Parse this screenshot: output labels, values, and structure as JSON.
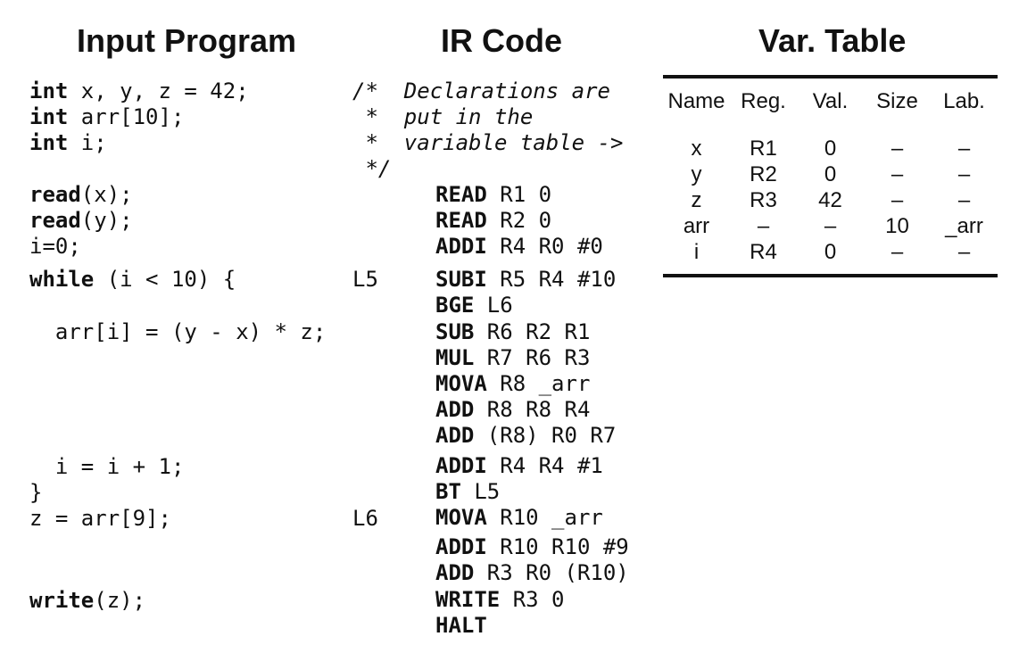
{
  "headings": {
    "input_program": "Input Program",
    "ir_code": "IR Code",
    "var_table": "Var. Table"
  },
  "input_program": [
    {
      "kw": "int",
      "rest": " x, y, z = 42;"
    },
    {
      "kw": "int",
      "rest": " arr[10];"
    },
    {
      "kw": "int",
      "rest": " i;"
    },
    {
      "kw": "",
      "rest": ""
    },
    {
      "kw": "read",
      "rest": "(x);"
    },
    {
      "kw": "read",
      "rest": "(y);"
    },
    {
      "kw": "",
      "rest": "i=0;"
    },
    {
      "kw": "while",
      "rest": " (i < 10) {"
    },
    {
      "kw": "",
      "rest": ""
    },
    {
      "kw": "",
      "rest": "  arr[i] = (y - x) * z;"
    },
    {
      "kw": "",
      "rest": ""
    },
    {
      "kw": "",
      "rest": ""
    },
    {
      "kw": "",
      "rest": ""
    },
    {
      "kw": "",
      "rest": ""
    },
    {
      "kw": "",
      "rest": "  i = i + 1;"
    },
    {
      "kw": "",
      "rest": "}"
    },
    {
      "kw": "",
      "rest": "z = arr[9];"
    },
    {
      "kw": "",
      "rest": ""
    },
    {
      "kw": "",
      "rest": ""
    },
    {
      "kw": "write",
      "rest": "(z);"
    }
  ],
  "comment_lines": [
    "/*  Declarations are",
    " *  put in the",
    " *  variable table ->",
    " */"
  ],
  "labels": [
    {
      "text": "L5",
      "row": 7
    },
    {
      "text": "L6",
      "row": 16
    }
  ],
  "ir_code": [
    {
      "op": "READ",
      "args": " R1 0"
    },
    {
      "op": "READ",
      "args": " R2 0"
    },
    {
      "op": "ADDI",
      "args": " R4 R0 #0"
    },
    {
      "op": "SUBI",
      "args": " R5 R4 #10"
    },
    {
      "op": "BGE",
      "args": " L6"
    },
    {
      "op": "SUB",
      "args": " R6 R2 R1"
    },
    {
      "op": "MUL",
      "args": " R7 R6 R3"
    },
    {
      "op": "MOVA",
      "args": " R8 _arr"
    },
    {
      "op": "ADD",
      "args": " R8 R8 R4"
    },
    {
      "op": "ADD",
      "args": " (R8) R0 R7"
    },
    {
      "op": "ADDI",
      "args": " R4 R4 #1"
    },
    {
      "op": "BT",
      "args": " L5"
    },
    {
      "op": "MOVA",
      "args": " R10 _arr"
    },
    {
      "op": "ADDI",
      "args": " R10 R10 #9"
    },
    {
      "op": "ADD",
      "args": " R3 R0 (R10)"
    },
    {
      "op": "WRITE",
      "args": " R3 0"
    },
    {
      "op": "HALT",
      "args": ""
    }
  ],
  "var_table": {
    "columns": [
      "Name",
      "Reg.",
      "Val.",
      "Size",
      "Lab."
    ],
    "rows": [
      [
        "x",
        "R1",
        "0",
        "–",
        "–"
      ],
      [
        "y",
        "R2",
        "0",
        "–",
        "–"
      ],
      [
        "z",
        "R3",
        "42",
        "–",
        "–"
      ],
      [
        "arr",
        "–",
        "–",
        "10",
        "_arr"
      ],
      [
        "i",
        "R4",
        "0",
        "–",
        "–"
      ]
    ]
  }
}
